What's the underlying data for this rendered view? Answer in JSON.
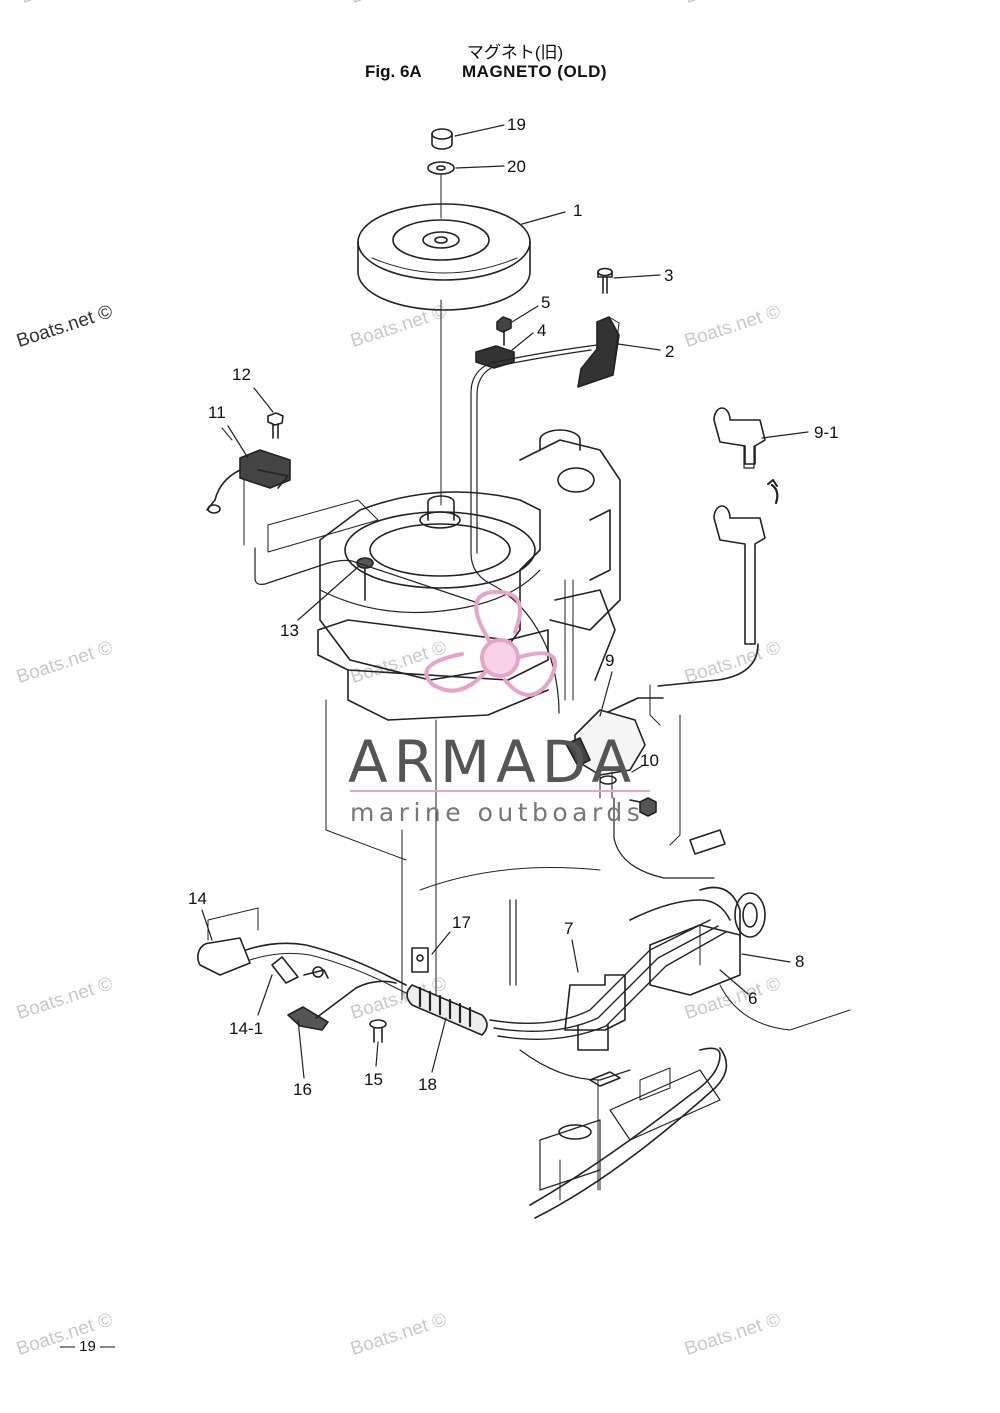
{
  "header": {
    "japanese_title": "マグネト(旧)",
    "figure_number": "Fig. 6A",
    "figure_title": "MAGNETO (OLD)"
  },
  "callouts": [
    "19",
    "20",
    "1",
    "3",
    "5",
    "4",
    "2",
    "12",
    "11",
    "9-1",
    "13",
    "9",
    "10",
    "14",
    "17",
    "7",
    "8",
    "6",
    "14-1",
    "16",
    "15",
    "18"
  ],
  "watermark": {
    "text": "Boats.net ©"
  },
  "brand": {
    "name": "ARMADA",
    "tagline": "marine outboards",
    "accent_color": "#e8a3c8"
  },
  "footer": {
    "page_number": "— 19 —"
  }
}
